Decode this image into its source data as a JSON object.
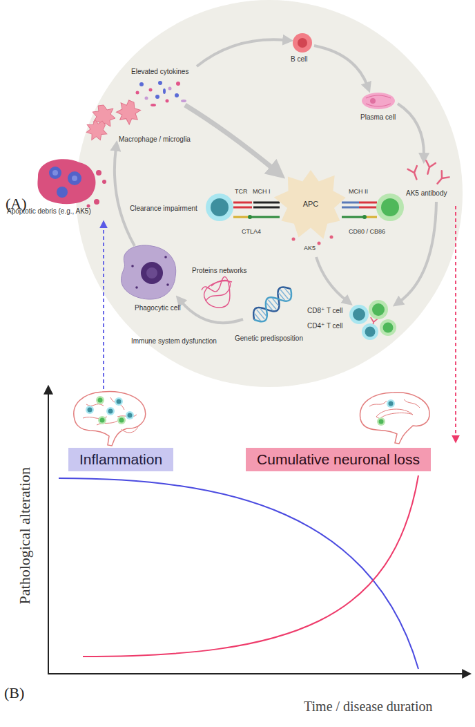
{
  "diagram": {
    "nodes": [
      {
        "text": [
          "APC"
        ]
      },
      {
        "text": [
          "Inflammation"
        ]
      },
      {
        "text": [
          "Cumulative neuronal loss"
        ]
      }
    ],
    "labels": [
      "(A)",
      "B cell",
      "Plasma cell",
      "Elevated cytokines",
      "Macrophage / microglia",
      "AK5 antibody",
      "TCR",
      "MCH I",
      "MCH II",
      "CTLA4",
      "CD80 / CB86",
      "AK5",
      "Apoptotic debris (e.g., AK5)",
      "Clearance impairment",
      "Phagocytic cell",
      "CD8⁺ T cell",
      "CD4⁺ T cell",
      "Proteins networks",
      "Immune system dysfunction",
      "Genetic predisposition",
      "Pathological alteration",
      "(B)",
      "Time / disease duration"
    ]
  }
}
